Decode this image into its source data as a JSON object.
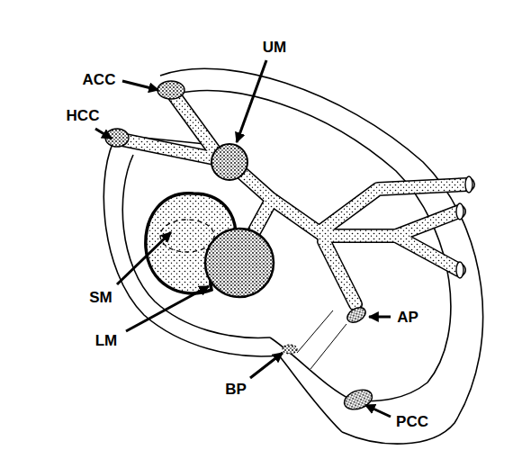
{
  "diagram": {
    "labels": [
      "ACC",
      "HCC",
      "UM",
      "SM",
      "LM",
      "AP",
      "BP",
      "PCC"
    ]
  }
}
